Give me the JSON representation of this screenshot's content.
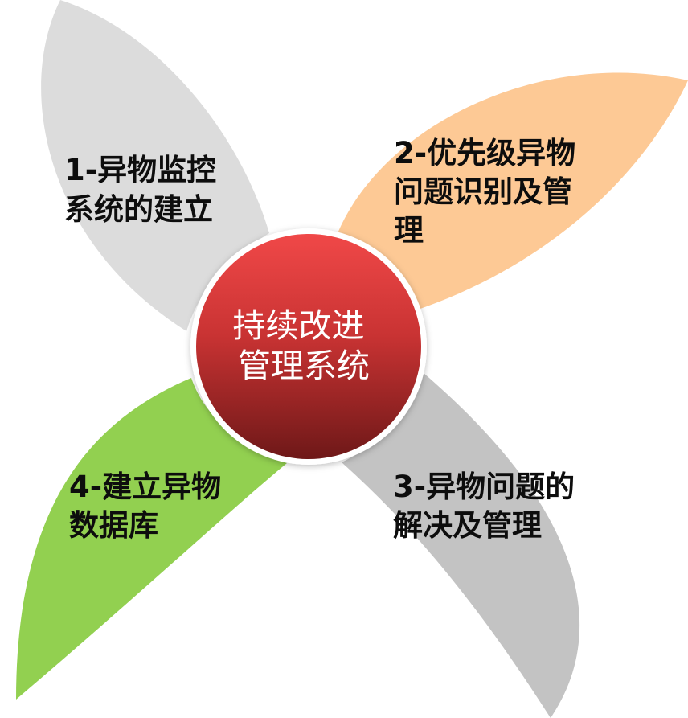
{
  "center": {
    "lines": [
      "持续改进",
      "管理系统"
    ]
  },
  "petals": [
    {
      "id": "petal-1",
      "lines": [
        "1-异物监控",
        "系统的建立"
      ],
      "color": "#dcdcdc"
    },
    {
      "id": "petal-2",
      "lines": [
        "2-优先级异物",
        "问题识别及管",
        "理"
      ],
      "color": "#fdc995"
    },
    {
      "id": "petal-3",
      "lines": [
        "3-异物问题的",
        "解决及管理"
      ],
      "color": "#c3c3c3"
    },
    {
      "id": "petal-4",
      "lines": [
        "4-建立异物",
        "数据库"
      ],
      "color": "#92d050"
    }
  ],
  "colors": {
    "center_top": "#f04848",
    "center_bottom": "#6e1818",
    "center_ring": "#ffffff"
  }
}
